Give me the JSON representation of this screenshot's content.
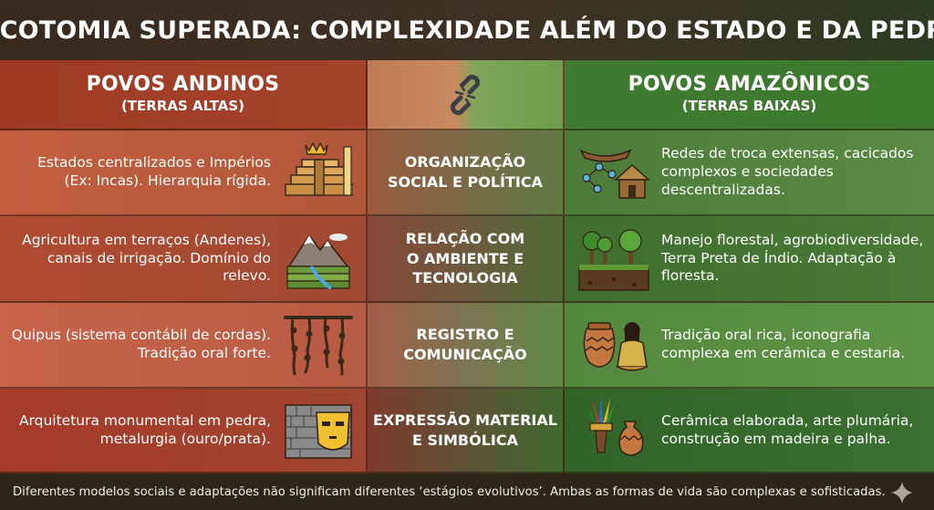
{
  "title": "DICOTOMIA SUPERADA: COMPLEXIDADE ALÉM DO ESTADO E DA PEDRA",
  "left_header": {
    "main": "POVOS ANDINOS",
    "sub": "(TERRAS ALTAS)"
  },
  "right_header": {
    "main": "POVOS AMAZÔNICOS",
    "sub": "(TERRAS BAIXAS)"
  },
  "center_header_icon": "chain-link-icon",
  "rows": [
    {
      "category_line1": "ORGANIZAÇÃO",
      "category_line2": "SOCIAL E POLÍTICA",
      "andean_text": "Estados centralizados e Impérios (Ex: Incas). Hierarquia rígida.",
      "andean_icon": "stepped-pyramid-crown-icon",
      "amazon_text": "Redes de troca extensas, cacicados complexos e sociedades descentralizadas.",
      "amazon_icon": "canoe-network-hut-icon"
    },
    {
      "category_line1": "RELAÇÃO COM",
      "category_line2": "O AMBIENTE E",
      "category_line3": "TECNOLOGIA",
      "andean_text": "Agricultura em terraços (Andenes), canais de irrigação. Domínio do relevo.",
      "andean_icon": "mountain-terraces-icon",
      "amazon_text": "Manejo florestal, agrobiodiversidade, Terra Preta de Índio. Adaptação à floresta.",
      "amazon_icon": "forest-soil-icon"
    },
    {
      "category_line1": "REGISTRO E",
      "category_line2": "COMUNICAÇÃO",
      "andean_text": "Quipus (sistema contábil de cordas). Tradição oral forte.",
      "andean_icon": "quipu-knotted-cords-icon",
      "amazon_text": "Tradição oral rica, iconografia complexa em cerâmica e cestaria.",
      "amazon_icon": "ceramic-pot-artisan-icon"
    },
    {
      "category_line1": "EXPRESSÃO MATERIAL",
      "category_line2": "E SIMBÓLICA",
      "andean_text": "Arquitetura monumental em pedra, metalurgia (ouro/prata).",
      "andean_icon": "stone-wall-gold-mask-icon",
      "amazon_text": "Cerâmica elaborada, arte plumária, construção em madeira e palha.",
      "amazon_icon": "feather-headdress-vase-icon"
    }
  ],
  "footer": "Diferentes modelos sociais e adaptações não significam diferentes ‘estágios evolutivos’. Ambas as formas de vida são complexas e sofisticadas.",
  "colors": {
    "andean": "#b24e34",
    "amazon": "#4a7d36",
    "title_bg": "#3a2c1f",
    "footer_bg": "#2e2519"
  }
}
